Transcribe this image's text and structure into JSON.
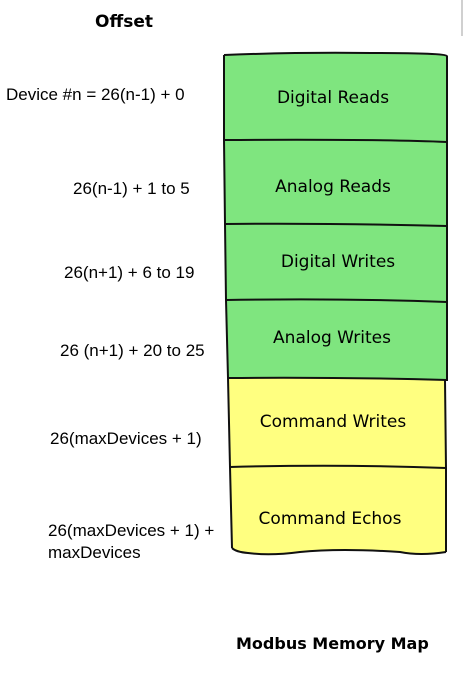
{
  "header": {
    "title": "Offset"
  },
  "caption": "Modbus Memory Map",
  "colors": {
    "green": "#7fe57f",
    "yellow": "#ffff80",
    "outline": "#111111"
  },
  "rows": [
    {
      "offset": "Device #n =  26(n-1) + 0",
      "block": "Digital Reads",
      "color": "green"
    },
    {
      "offset": "26(n-1) + 1 to 5",
      "block": "Analog Reads",
      "color": "green"
    },
    {
      "offset": "26(n+1) + 6 to 19",
      "block": "Digital Writes",
      "color": "green"
    },
    {
      "offset": "26 (n+1) + 20 to 25",
      "block": "Analog Writes",
      "color": "green"
    },
    {
      "offset": "26(maxDevices + 1)",
      "block": "Command Writes",
      "color": "yellow"
    },
    {
      "offset_line1": "26(maxDevices + 1) +",
      "offset_line2": "maxDevices",
      "block": "Command Echos",
      "color": "yellow"
    }
  ]
}
